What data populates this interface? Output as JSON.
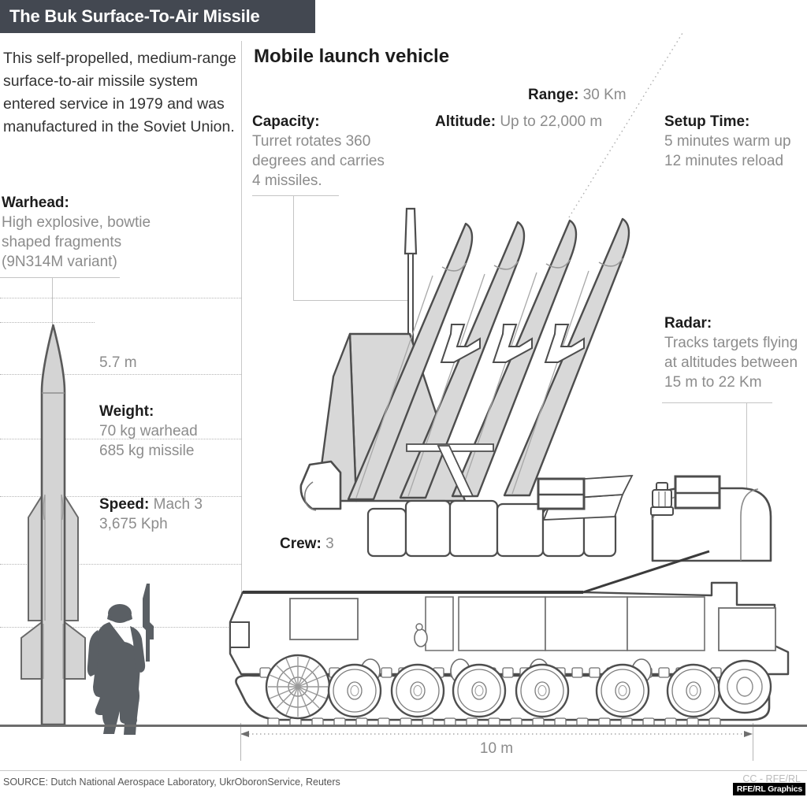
{
  "header": {
    "title": "The Buk Surface-To-Air Missile"
  },
  "intro": {
    "text": "This self-propelled, medium-range surface-to-air missile system entered service in 1979 and was manufactured in the Soviet Union."
  },
  "left_panel": {
    "warhead": {
      "heading": "Warhead:",
      "lines": [
        "High explosive, bowtie",
        "shaped fragments",
        "(9N314M variant)"
      ]
    },
    "missile_height_label": "5.7 m",
    "weight": {
      "heading": "Weight:",
      "lines": [
        "70 kg warhead",
        "685 kg missile"
      ]
    },
    "speed": {
      "heading": "Speed:",
      "value": "Mach 3",
      "lines": [
        "3,675 Kph"
      ]
    }
  },
  "right_panel": {
    "section_title": "Mobile launch vehicle",
    "capacity": {
      "heading": "Capacity:",
      "lines": [
        "Turret rotates 360",
        "degrees and carries",
        "4 missiles."
      ]
    },
    "range": {
      "heading": "Range:",
      "value": "30 Km"
    },
    "altitude": {
      "heading": "Altitude:",
      "value": "Up to 22,000 m"
    },
    "setup_time": {
      "heading": "Setup Time:",
      "lines": [
        "5 minutes warm up",
        "12 minutes reload"
      ]
    },
    "radar": {
      "heading": "Radar:",
      "lines": [
        "Tracks targets flying",
        "at altitudes between",
        "15 m to 22 Km"
      ]
    },
    "crew": {
      "heading": "Crew:",
      "value": "3"
    },
    "vehicle_length_label": "10 m"
  },
  "footer": {
    "source": "SOURCE: Dutch National Aerospace Laboratory, UkrOboronService, Reuters",
    "credit": "CC - RFE/RL",
    "badge": "RFE/RL Graphics"
  },
  "colors": {
    "header_bg": "#434851",
    "body_fill": "#d4d4d4",
    "outline": "#5a5a5a",
    "muted_text": "#8c8c8c",
    "heading_text": "#1c1c1c",
    "gridline": "#b5b5b5",
    "silhouette": "#5a5f64"
  }
}
